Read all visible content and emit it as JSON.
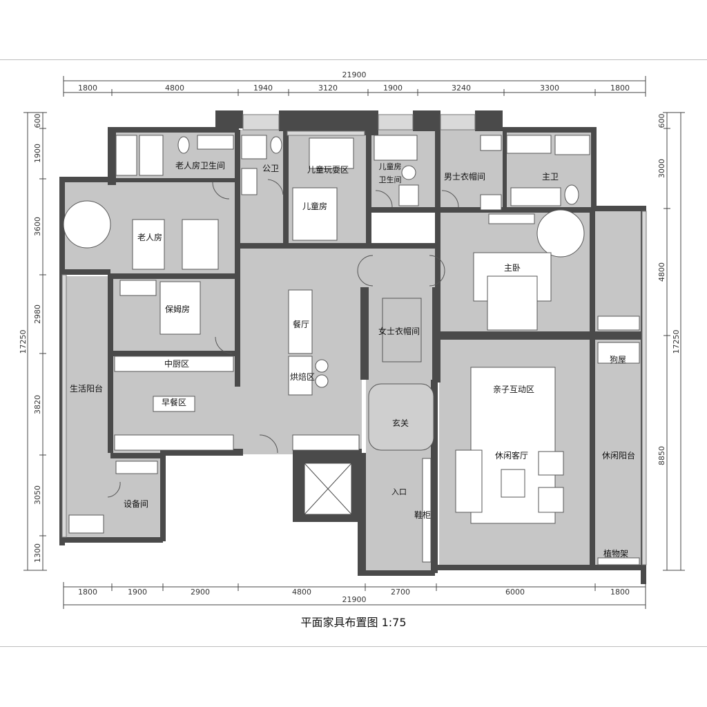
{
  "drawing_title": "平面家具布置图 1:75",
  "dimensions": {
    "top_total": "21900",
    "top": [
      "1800",
      "4800",
      "1940",
      "3120",
      "1900",
      "3240",
      "3300",
      "1800"
    ],
    "bottom_total": "21900",
    "bottom": [
      "1800",
      "1900",
      "2900",
      "4800",
      "2700",
      "6000",
      "1800"
    ],
    "left_total": "17250",
    "left": [
      "600",
      "1900",
      "3600",
      "2980",
      "3820",
      "3050",
      "1300"
    ],
    "right_total": "17250",
    "right": [
      "600",
      "3000",
      "4800",
      "8850"
    ]
  },
  "rooms": {
    "elder_bath": "老人房卫生间",
    "guest_wc": "公卫",
    "kids_play": "儿童玩耍区",
    "kids_bath_1": "儿童房",
    "kids_bath_2": "卫生间",
    "men_closet": "男士衣帽间",
    "master_bath": "主卫",
    "elder_room": "老人房",
    "kids_room": "儿童房",
    "master_bed": "主卧",
    "nanny_room": "保姆房",
    "dining": "餐厅",
    "women_closet": "女士衣帽间",
    "dog_house": "狗屋",
    "living_balcony": "生活阳台",
    "middle_kitchen": "中厨区",
    "baking": "烘焙区",
    "family_area": "亲子互动区",
    "breakfast": "早餐区",
    "foyer": "玄关",
    "lounge": "休闲客厅",
    "leisure_balcony": "休闲阳台",
    "equipment": "设备间",
    "entry": "入口",
    "shoe_cabinet": "鞋柜",
    "plant_shelf": "植物架"
  }
}
